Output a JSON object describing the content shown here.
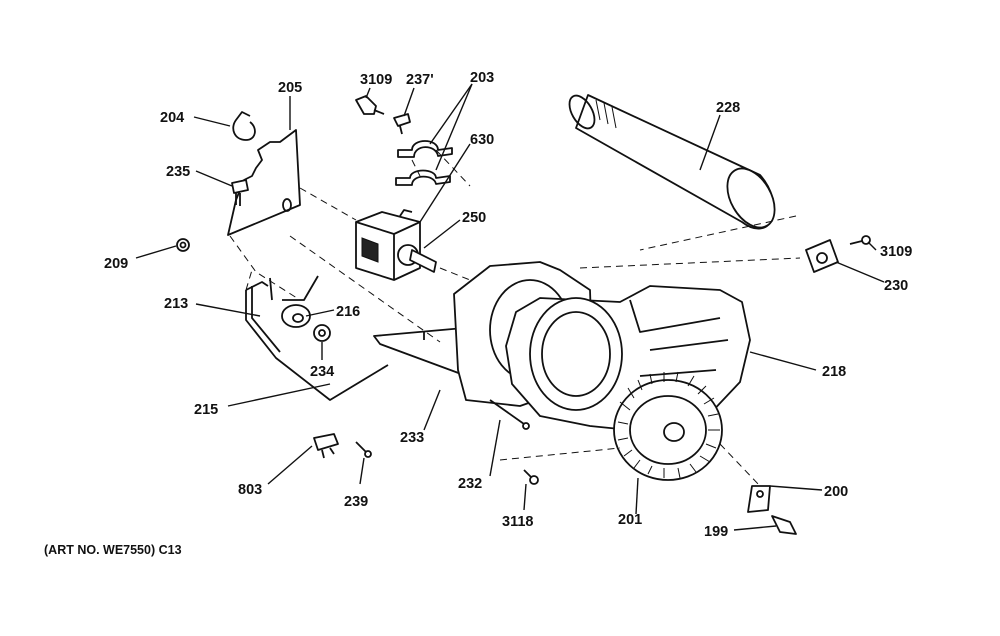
{
  "labels": {
    "l3109a": "3109",
    "l237": "237'",
    "l203": "203",
    "l630": "630",
    "l228": "228",
    "l204": "204",
    "l205": "205",
    "l235": "235",
    "l250": "250",
    "l209": "209",
    "l3109b": "3109",
    "l230": "230",
    "l213": "213",
    "l216": "216",
    "l234": "234",
    "l218": "218",
    "l215": "215",
    "l233": "233",
    "l232": "232",
    "l803": "803",
    "l239": "239",
    "l3118": "3118",
    "l201": "201",
    "l200": "200",
    "l199": "199"
  },
  "footer": "(ART NO. WE7550) C13"
}
